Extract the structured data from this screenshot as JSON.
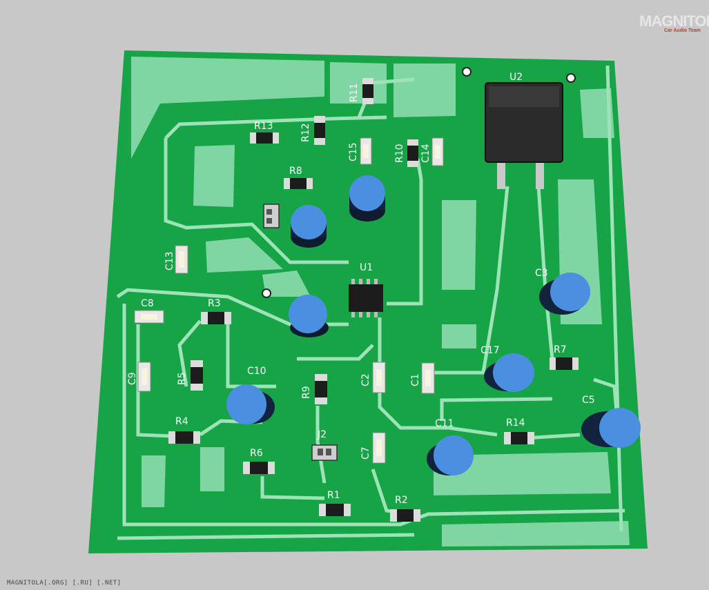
{
  "logo": {
    "main": "MAGNITOLA",
    "sub": "Car Audio Team"
  },
  "footer_text": "MAGNITOLA[.ORG] [.RU] [.NET]",
  "colors": {
    "background": "#c8c8c8",
    "board": "#16a447",
    "copper_fill": "#7fd6a3",
    "trace": "#9ee3b8",
    "capacitor_top": "#4a8fe0",
    "silkscreen": "#ffffff"
  },
  "board": {
    "ic_labels": [
      "U1",
      "U2"
    ],
    "connector_labels": [
      "J2"
    ],
    "electrolytic_capacitors": [
      "C3",
      "C5",
      "C10",
      "C11",
      "C17"
    ],
    "smd_capacitors": [
      "C1",
      "C2",
      "C7",
      "C8",
      "C9",
      "C13",
      "C14",
      "C15"
    ],
    "resistors": [
      "R1",
      "R2",
      "R3",
      "R4",
      "R5",
      "R6",
      "R7",
      "R8",
      "R9",
      "R10",
      "R11",
      "R12",
      "R13",
      "R14"
    ]
  }
}
